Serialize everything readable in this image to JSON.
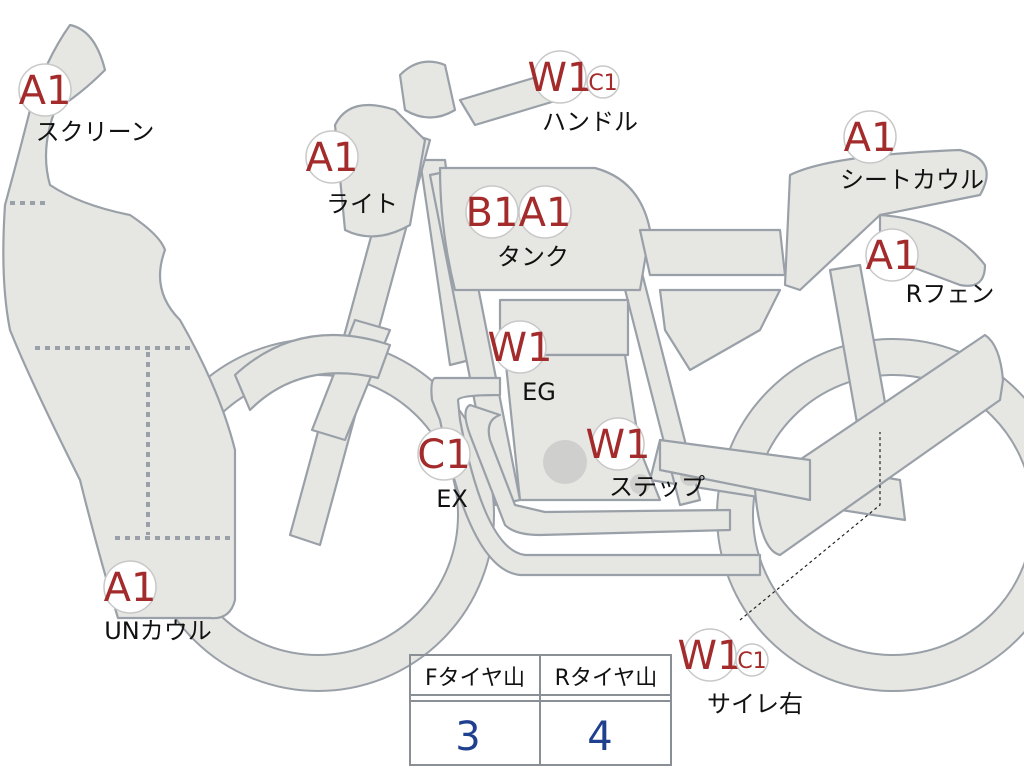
{
  "diagram": {
    "labels": [
      {
        "id": "screen",
        "codes": [
          "A1"
        ],
        "name": "スクリーン"
      },
      {
        "id": "light",
        "codes": [
          "A1"
        ],
        "name": "ライト"
      },
      {
        "id": "handle",
        "codes": [
          "W1",
          "C1"
        ],
        "name": "ハンドル"
      },
      {
        "id": "tank",
        "codes": [
          "B1",
          "A1"
        ],
        "name": "タンク"
      },
      {
        "id": "seat-cowl",
        "codes": [
          "A1"
        ],
        "name": "シートカウル"
      },
      {
        "id": "r-fender",
        "codes": [
          "A1"
        ],
        "name": "Rフェン"
      },
      {
        "id": "engine",
        "codes": [
          "W1"
        ],
        "name": "EG"
      },
      {
        "id": "exhaust",
        "codes": [
          "C1"
        ],
        "name": "EX"
      },
      {
        "id": "step",
        "codes": [
          "W1"
        ],
        "name": "ステップ"
      },
      {
        "id": "under-cowl",
        "codes": [
          "A1"
        ],
        "name": "UNカウル"
      },
      {
        "id": "silencer-r",
        "codes": [
          "W1",
          "C1"
        ],
        "name": "サイレ右"
      }
    ]
  },
  "tire_table": {
    "headers": [
      "Fタイヤ山",
      "Rタイヤ山"
    ],
    "values": [
      "3",
      "4"
    ]
  }
}
